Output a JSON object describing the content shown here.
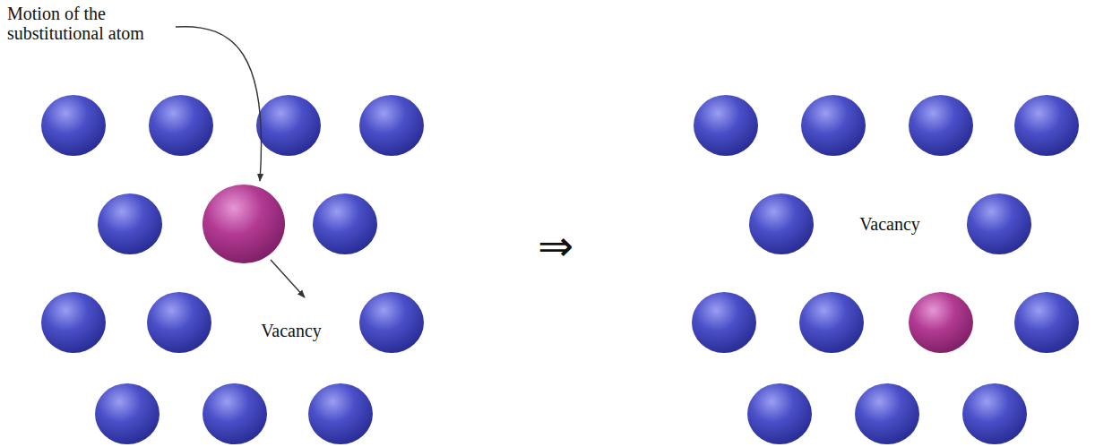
{
  "diagram": {
    "labels": [
      "Motion of the substitutional atom",
      "Vacancy",
      "⇒",
      "Vacancy"
    ]
  }
}
